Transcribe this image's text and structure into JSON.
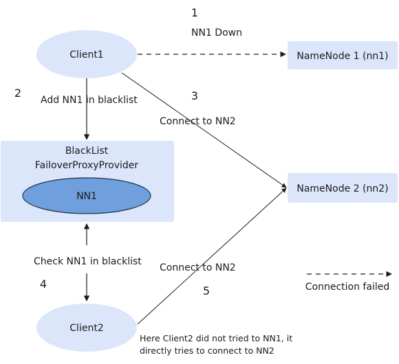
{
  "steps": {
    "s1": "1",
    "s2": "2",
    "s3": "3",
    "s4": "4",
    "s5": "5"
  },
  "nodes": {
    "client1": "Client1",
    "client2": "Client2",
    "namenode1": "NameNode 1 (nn1)",
    "namenode2": "NameNode 2 (nn2)",
    "proxy_line1": "BlackList",
    "proxy_line2": "FailoverProxyProvider",
    "blacklist_entry": "NN1"
  },
  "edges": {
    "nn1_down": "NN1 Down",
    "add_blacklist": "Add NN1 in blacklist",
    "connect_nn2_top": "Connect to NN2",
    "check_blacklist": "Check NN1 in blacklist",
    "connect_nn2_bottom": "Connect to NN2"
  },
  "legend": {
    "failed_label": "Connection failed"
  },
  "note": {
    "line1": "Here Client2 did not tried to NN1, it",
    "line2": "directly tries to connect to NN2"
  },
  "colors": {
    "node_fill": "#dbe6fb",
    "blacklist_fill": "#6f9fdc",
    "line": "#1a1a1a"
  }
}
